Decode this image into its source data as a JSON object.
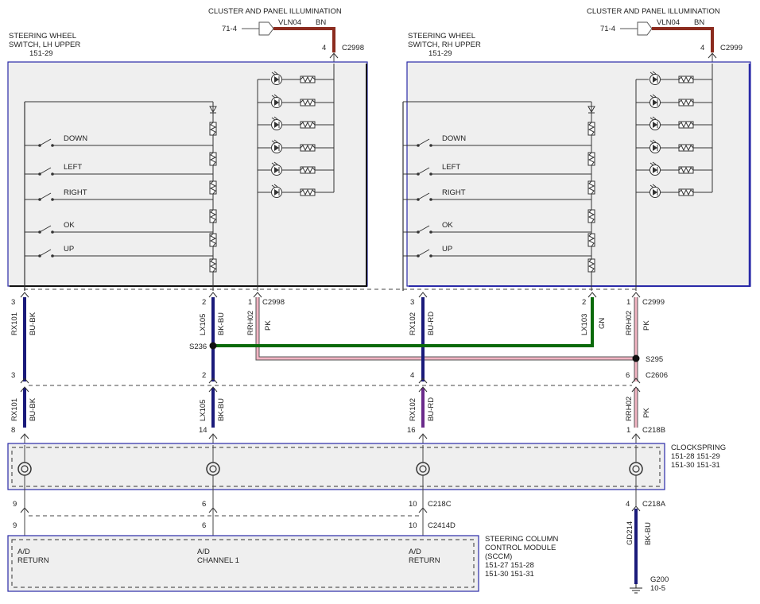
{
  "illum_title": "CLUSTER AND PANEL ILLUMINATION",
  "illum_ref": "71-4",
  "illum_circuit": "VLN04",
  "illum_color": "BN",
  "lh": {
    "title1": "STEERING WHEEL",
    "title2": "SWITCH, LH UPPER",
    "ref": "151-29",
    "conn": "C2998",
    "pin_top": "4",
    "switches": [
      "DOWN",
      "LEFT",
      "RIGHT",
      "OK",
      "UP"
    ],
    "wires": [
      {
        "pin": "3",
        "circuit": "RX101",
        "color": "BU-BK"
      },
      {
        "pin": "2",
        "circuit": "LX105",
        "color": "BK-BU"
      },
      {
        "pin": "1",
        "circuit": "RRH02",
        "color": "PK"
      }
    ]
  },
  "rh": {
    "title1": "STEERING WHEEL",
    "title2": "SWITCH, RH UPPER",
    "ref": "151-29",
    "conn": "C2999",
    "pin_top": "4",
    "switches": [
      "DOWN",
      "LEFT",
      "RIGHT",
      "OK",
      "UP"
    ],
    "wires": [
      {
        "pin": "3",
        "circuit": "RX102",
        "color": "BU-RD"
      },
      {
        "pin": "2",
        "circuit": "LX103",
        "color": "GN"
      },
      {
        "pin": "1",
        "circuit": "RRH02",
        "color": "PK"
      }
    ]
  },
  "splices": {
    "s236": "S236",
    "s295": "S295"
  },
  "c2606": {
    "name": "C2606",
    "pins": [
      "3",
      "2",
      "4",
      "6"
    ]
  },
  "c218b": {
    "name": "C218B",
    "pins": [
      "8",
      "14",
      "16",
      "1"
    ],
    "wires": [
      {
        "circuit": "RX101",
        "color": "BU-BK"
      },
      {
        "circuit": "LX105",
        "color": "BK-BU"
      },
      {
        "circuit": "RX102",
        "color": "BU-RD"
      },
      {
        "circuit": "RRH02",
        "color": "PK"
      }
    ]
  },
  "clockspring": {
    "title": "CLOCKSPRING",
    "refs1": "151-28 151-29",
    "refs2": "151-30 151-31"
  },
  "c218c": {
    "name": "C218C",
    "pins": [
      "9",
      "6",
      "10"
    ]
  },
  "c2414d": {
    "name": "C2414D",
    "pins": [
      "9",
      "6",
      "10"
    ]
  },
  "c218a": {
    "name": "C218A",
    "pin": "4",
    "circuit": "GD214",
    "color": "BK-BU"
  },
  "sccm": {
    "title1": "STEERING COLUMN",
    "title2": "CONTROL MODULE",
    "title3": "(SCCM)",
    "refs1": "151-27 151-28",
    "refs2": "151-30 151-31",
    "inputs": [
      {
        "l1": "A/D",
        "l2": "RETURN"
      },
      {
        "l1": "A/D",
        "l2": "CHANNEL 1"
      },
      {
        "l1": "A/D",
        "l2": "RETURN"
      }
    ]
  },
  "ground": {
    "name": "G200",
    "ref": "10-5"
  },
  "colors": {
    "brown": "#8b2b1e",
    "navy": "#1a1a7a",
    "green": "#0a6a0a",
    "pink": "#f2b4c2",
    "purple": "#6a2a8a",
    "border_blue": "#2a2aa8",
    "box_fill": "#efefef"
  }
}
